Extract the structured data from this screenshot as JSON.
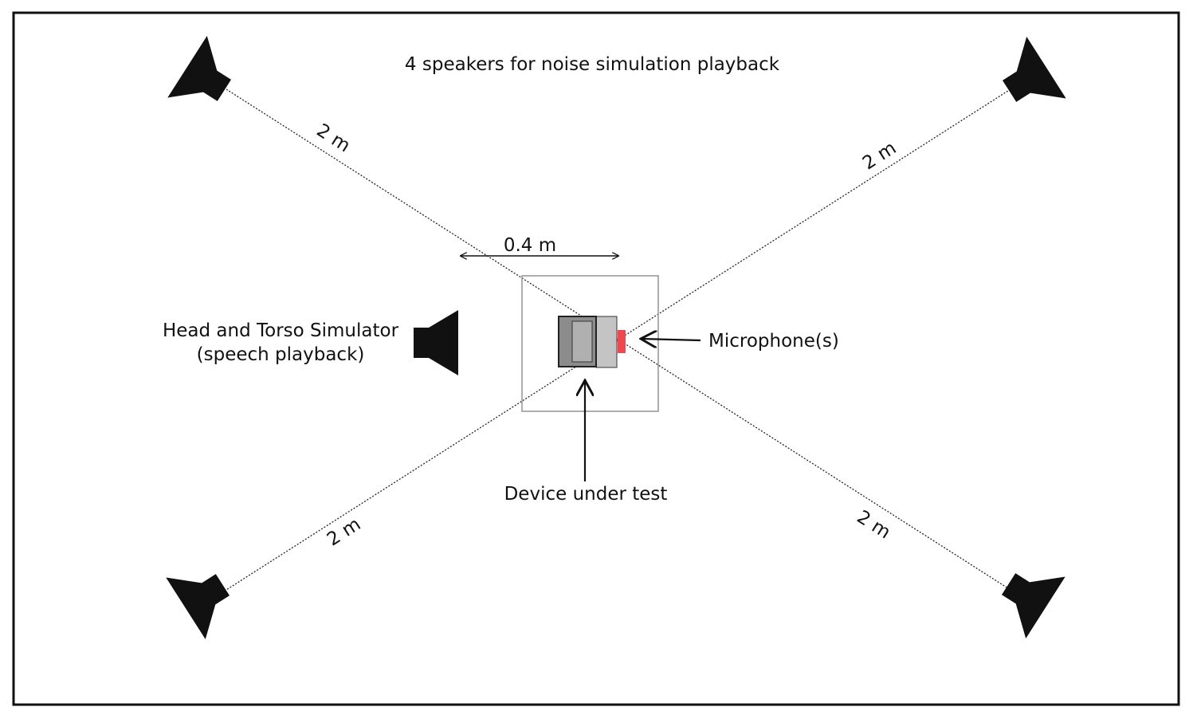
{
  "title": "4 speakers for noise simulation playback",
  "distances": {
    "top_left": "2 m",
    "top_right": "2 m",
    "bottom_left": "2 m",
    "bottom_right": "2 m",
    "table_width": "0.4 m"
  },
  "labels": {
    "hats_line1": "Head and Torso Simulator",
    "hats_line2": "(speech playback)",
    "microphone": "Microphone(s)",
    "device": "Device under test"
  },
  "colors": {
    "speaker": "#111111",
    "microphone": "#f0484e",
    "device_body": "#8c8c8c",
    "device_screen": "#b0b0b0",
    "device_front": "#c4c4c4",
    "table_outline": "#9a9a9a"
  },
  "icons": [
    "speaker-icon",
    "microphone-icon",
    "device-icon"
  ]
}
